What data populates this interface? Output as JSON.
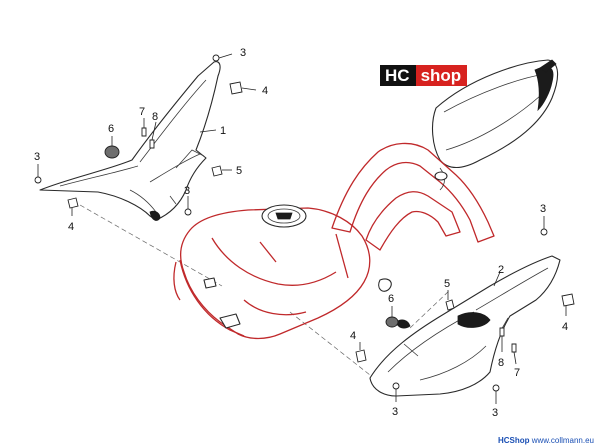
{
  "logo": {
    "part1": "HC",
    "part2": "shop"
  },
  "footer": {
    "brand": "HCShop",
    "url": "www.collmann.eu"
  },
  "callouts": {
    "c3_top_left": "3",
    "c4_top_left": "4",
    "c7_left": "7",
    "c8_left": "8",
    "c6_left": "6",
    "c1": "1",
    "c3_mid_left": "3",
    "c5_left": "5",
    "c3_lower_left": "3",
    "c4_lower_left": "4",
    "c3_right_top": "3",
    "c2": "2",
    "c5_right": "5",
    "c6_right": "6",
    "c4_right": "4",
    "c4_mid": "4",
    "c8_right": "8",
    "c7_right": "7",
    "c3_bottom_mid": "3",
    "c3_bottom_right": "3"
  },
  "colors": {
    "accent": "#c0292b",
    "logo_black": "#111111",
    "logo_red": "#d7221f",
    "footer_link": "#1a4fb4"
  }
}
